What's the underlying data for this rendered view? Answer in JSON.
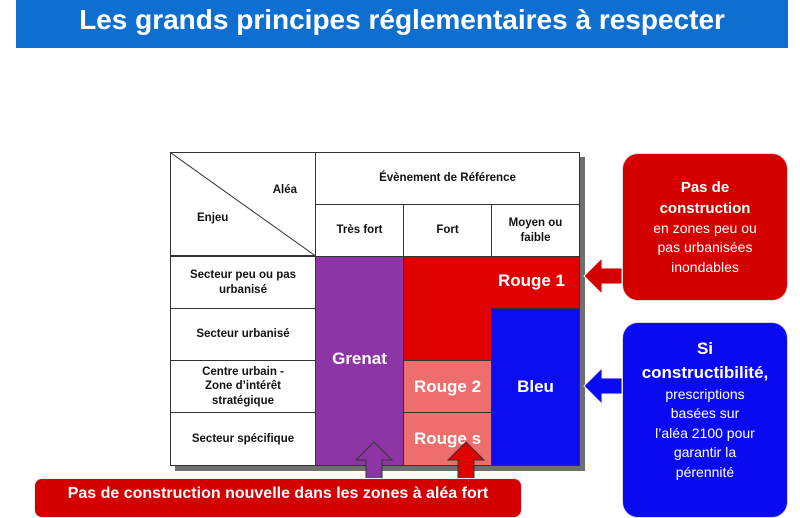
{
  "title": "Les grands principes réglementaires à respecter",
  "table": {
    "corner_alea": "Aléa",
    "corner_enjeu": "Enjeu",
    "event_header": "Évènement de Référence",
    "col_headers": [
      "Très fort",
      "Fort",
      "Moyen ou faible"
    ],
    "rows": [
      "Secteur peu ou pas urbanisé",
      "Secteur urbanisé",
      "Centre urbain - Zone d’intérêt stratégique",
      "Secteur spécifique"
    ],
    "zones": {
      "grenat": "Grenat",
      "rouge1": "Rouge 1",
      "rouge2": "Rouge 2",
      "rouges": "Rouge s",
      "bleu": "Bleu"
    }
  },
  "callout_red": {
    "line1": "Pas de",
    "line2": "construction",
    "line3": "en zones peu ou",
    "line4": "pas urbanisées",
    "line5": "inondables"
  },
  "callout_blue": {
    "line1": "Si",
    "line2": "constructibilité,",
    "line3": "prescriptions",
    "line4": "basées sur",
    "line5": "l’aléa 2100 pour",
    "line6": "garantir la",
    "line7": "pérennité"
  },
  "bottom_note": "Pas de construction nouvelle dans les zones à aléa fort",
  "colors": {
    "title_bg": "#0f6fd0",
    "grenat": "#8e35a6",
    "rouge": "#e00000",
    "rouge_light": "#ee6e6e",
    "bleu": "#0c0cf0",
    "callout_red": "#d40000",
    "callout_blue": "#0a0af0"
  }
}
